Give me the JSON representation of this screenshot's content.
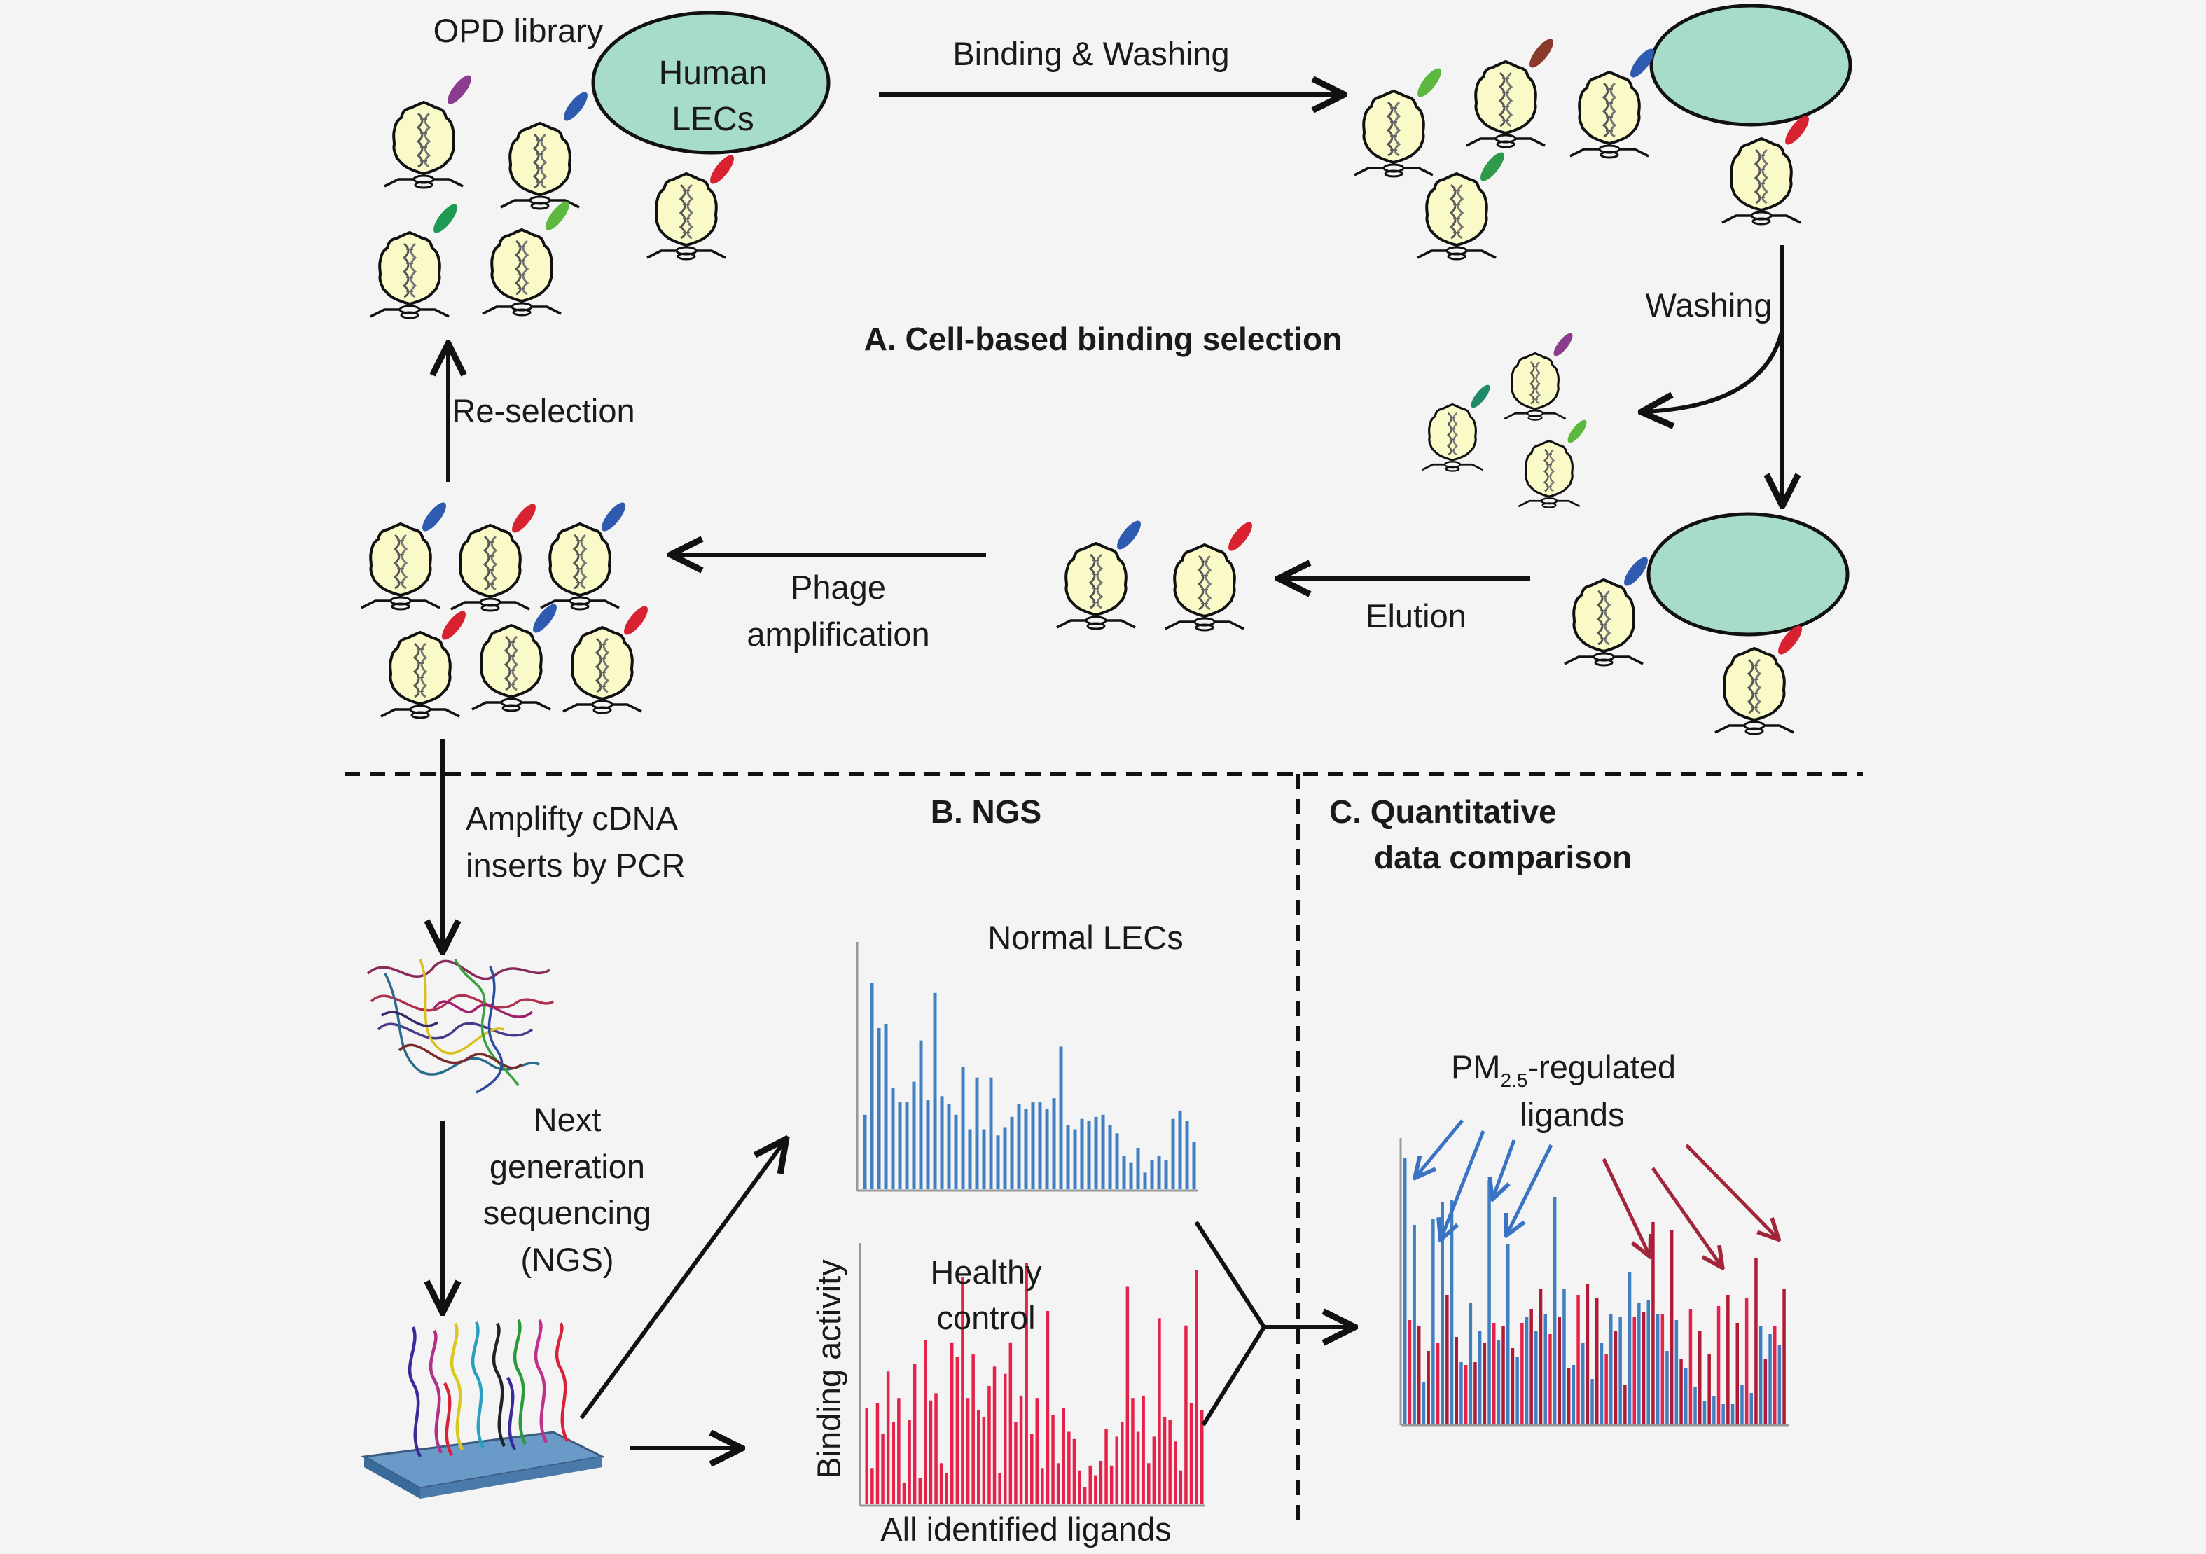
{
  "panel_a": {
    "title": "A. Cell-based binding selection",
    "opd_library": "OPD library",
    "cell_label_line1": "Human",
    "cell_label_line2": "LECs",
    "binding_washing": "Binding & Washing",
    "washing": "Washing",
    "elution": "Elution",
    "phage_line1": "Phage",
    "phage_line2": "amplification",
    "reselection": "Re-selection"
  },
  "panel_b": {
    "title": "B. NGS",
    "pcr_line1": "Amplifty cDNA",
    "pcr_line2": "inserts by PCR",
    "ngs_line1": "Next",
    "ngs_line2": "generation",
    "ngs_line3": "sequencing",
    "ngs_line4": "(NGS)",
    "chart_top_title": "Normal LECs",
    "chart_bottom_title_line1": "Healthy",
    "chart_bottom_title_line2": "control",
    "ylabel": "Binding activity",
    "xlabel": "All identified ligands"
  },
  "panel_c": {
    "title_line1": "C. Quantitative",
    "title_line2": "data comparison",
    "annot_pm": "PM",
    "annot_sub": "2.5",
    "annot_rest": "-regulated",
    "annot_line2": "ligands"
  },
  "colors": {
    "cell": "#a6dcc8",
    "phage_body": "#fafac8",
    "blue": "#3f7fc2",
    "red": "#e5234a",
    "dark_red": "#b01a35",
    "arrow_blue": "#3a73c4",
    "arrow_red": "#a3253a"
  },
  "chart_data": [
    {
      "type": "bar",
      "title": "Normal LECs",
      "series": [
        {
          "name": "",
          "values": [
            0.36,
            1.0,
            0.78,
            0.8,
            0.49,
            0.42,
            0.42,
            0.52,
            0.72,
            0.43,
            0.95,
            0.45,
            0.41,
            0.36,
            0.59,
            0.29,
            0.54,
            0.29,
            0.54,
            0.26,
            0.3,
            0.35,
            0.41,
            0.39,
            0.42,
            0.42,
            0.39,
            0.44,
            0.69,
            0.31,
            0.29,
            0.34,
            0.33,
            0.35,
            0.36,
            0.31,
            0.27,
            0.16,
            0.13,
            0.2,
            0.08,
            0.14,
            0.16,
            0.14,
            0.34,
            0.38,
            0.33,
            0.23
          ]
        }
      ]
    },
    {
      "type": "bar",
      "title": "Healthy control",
      "xlabel": "All identified ligands",
      "ylabel": "Binding activity",
      "series": [
        {
          "name": "",
          "values": [
            0.4,
            0.15,
            0.42,
            0.29,
            0.55,
            0.34,
            0.44,
            0.09,
            0.35,
            0.58,
            0.11,
            0.68,
            0.43,
            0.46,
            0.17,
            0.13,
            0.67,
            0.61,
            0.94,
            0.44,
            0.62,
            0.39,
            0.36,
            0.49,
            0.57,
            0.13,
            0.54,
            0.67,
            0.34,
            0.45,
            1.0,
            0.29,
            0.44,
            0.15,
            0.8,
            0.37,
            0.17,
            0.4,
            0.3,
            0.27,
            0.14,
            0.07,
            0.16,
            0.12,
            0.18,
            0.31,
            0.16,
            0.28,
            0.34,
            0.9,
            0.44,
            0.3,
            0.45,
            0.17,
            0.28,
            0.77,
            0.36,
            0.35,
            0.26,
            0.14,
            0.74,
            0.42,
            0.97,
            0.39
          ]
        }
      ]
    },
    {
      "type": "bar",
      "title": "",
      "series": [
        {
          "name": "",
          "values": [
            0.95,
            0.71,
            0.15,
            0.73,
            0.79,
            0.8,
            0.22,
            0.43,
            0.33,
            0.87,
            0.3,
            0.64,
            0.24,
            0.38,
            0.33,
            0.39,
            0.81,
            0.48,
            0.21,
            0.29,
            0.16,
            0.29,
            0.39,
            0.38,
            0.54,
            0.43,
            0.44,
            0.39,
            0.26,
            0.37,
            0.2,
            0.13,
            0.08,
            0.1,
            0.07,
            0.07,
            0.14,
            0.11,
            0.35,
            0.32,
            0.28
          ]
        },
        {
          "name": "",
          "values": [
            0.37,
            0.35,
            0.26,
            0.29,
            0.46,
            0.31,
            0.21,
            0.22,
            0.29,
            0.36,
            0.35,
            0.27,
            0.36,
            0.41,
            0.48,
            0.32,
            0.38,
            0.2,
            0.46,
            0.5,
            0.45,
            0.25,
            0.33,
            0.14,
            0.38,
            0.4,
            0.72,
            0.39,
            0.69,
            0.23,
            0.41,
            0.33,
            0.25,
            0.42,
            0.46,
            0.36,
            0.45,
            0.59,
            0.23,
            0.35,
            0.48
          ]
        }
      ]
    }
  ]
}
